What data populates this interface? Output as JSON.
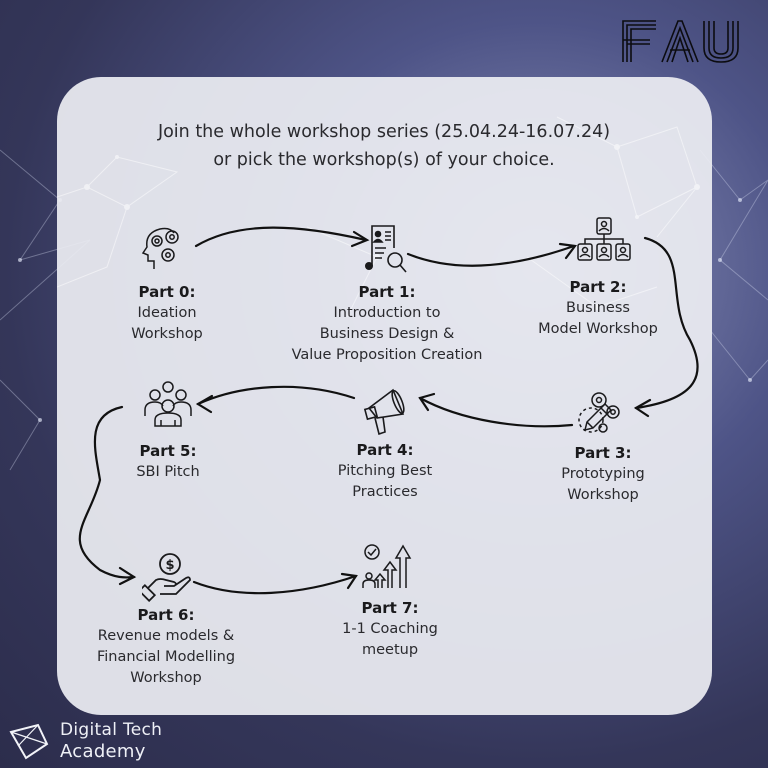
{
  "brand": {
    "logo_text": "FAU",
    "academy_line1": "Digital Tech",
    "academy_line2": "Academy"
  },
  "headline": {
    "line1": "Join the whole workshop series (25.04.24-16.07.24)",
    "line2": "or pick the workshop(s) of your choice."
  },
  "steps": [
    {
      "title": "Part 0:",
      "lines": [
        "Ideation",
        "Workshop"
      ],
      "icon": "brain-gears-icon"
    },
    {
      "title": "Part 1:",
      "lines": [
        "Introduction to",
        "Business Design &",
        "Value Proposition Creation"
      ],
      "icon": "document-search-icon"
    },
    {
      "title": "Part 2:",
      "lines": [
        "Business",
        "Model Workshop"
      ],
      "icon": "org-chart-icon"
    },
    {
      "title": "Part 3:",
      "lines": [
        "Prototyping",
        "Workshop"
      ],
      "icon": "pencil-gears-icon"
    },
    {
      "title": "Part 4:",
      "lines": [
        "Pitching Best",
        "Practices"
      ],
      "icon": "megaphone-icon"
    },
    {
      "title": "Part 5:",
      "lines": [
        "SBI Pitch"
      ],
      "icon": "team-icon"
    },
    {
      "title": "Part 6:",
      "lines": [
        "Revenue models &",
        "Financial Modelling",
        "Workshop"
      ],
      "icon": "hand-coin-icon"
    },
    {
      "title": "Part 7:",
      "lines": [
        "1-1 Coaching",
        "meetup"
      ],
      "icon": "growth-coaching-icon"
    }
  ],
  "colors": {
    "background": "#343659",
    "card": "#ecedf2",
    "text": "#2a2a2e",
    "arrows": "#111111"
  }
}
